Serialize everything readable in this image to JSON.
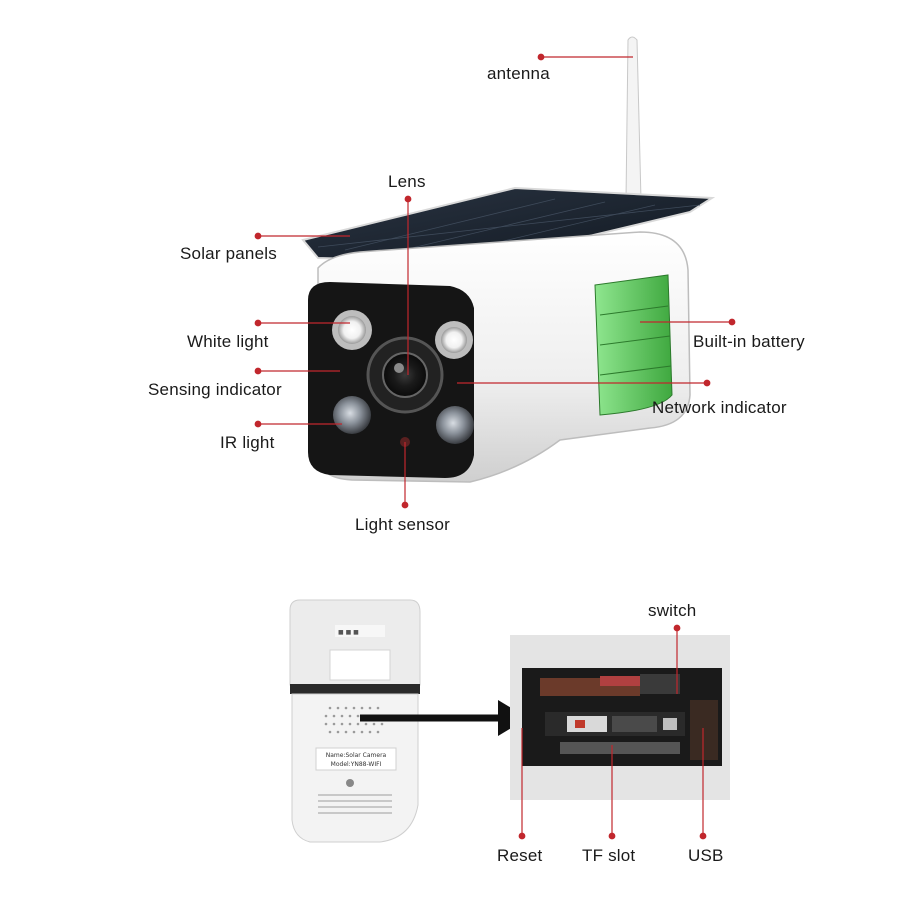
{
  "camera_labels": {
    "antenna": "antenna",
    "lens": "Lens",
    "solar_panels": "Solar panels",
    "white_light": "White light",
    "sensing_indicator": "Sensing indicator",
    "ir_light": "IR light",
    "light_sensor": "Light sensor",
    "built_in_battery": "Built-in battery",
    "network_indicator": "Network indicator"
  },
  "bottom_labels": {
    "switch": "switch",
    "reset": "Reset",
    "tf_slot": "TF slot",
    "usb": "USB"
  },
  "camera_back_sticker": {
    "name_line": "Name:Solar Camera",
    "model_line": "Model:YN88-WIFI"
  },
  "colors": {
    "leader_line": "#c1272d",
    "camera_body": "#f2f2f2",
    "front_bezel": "#151515",
    "solar_panel": "#1d2633",
    "battery_green": "#6bd86b",
    "label_text": "#1a1a1a"
  }
}
